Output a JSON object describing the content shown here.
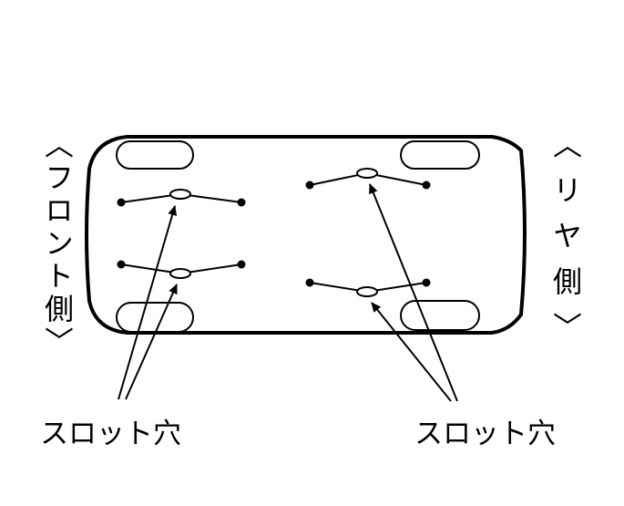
{
  "labels": {
    "front_side": "〈フロント側〉",
    "rear_side": "〈リヤ側〉",
    "slot_hole_left": "スロット穴",
    "slot_hole_right": "スロット穴"
  },
  "colors": {
    "line": "#000000",
    "background": "#ffffff"
  }
}
